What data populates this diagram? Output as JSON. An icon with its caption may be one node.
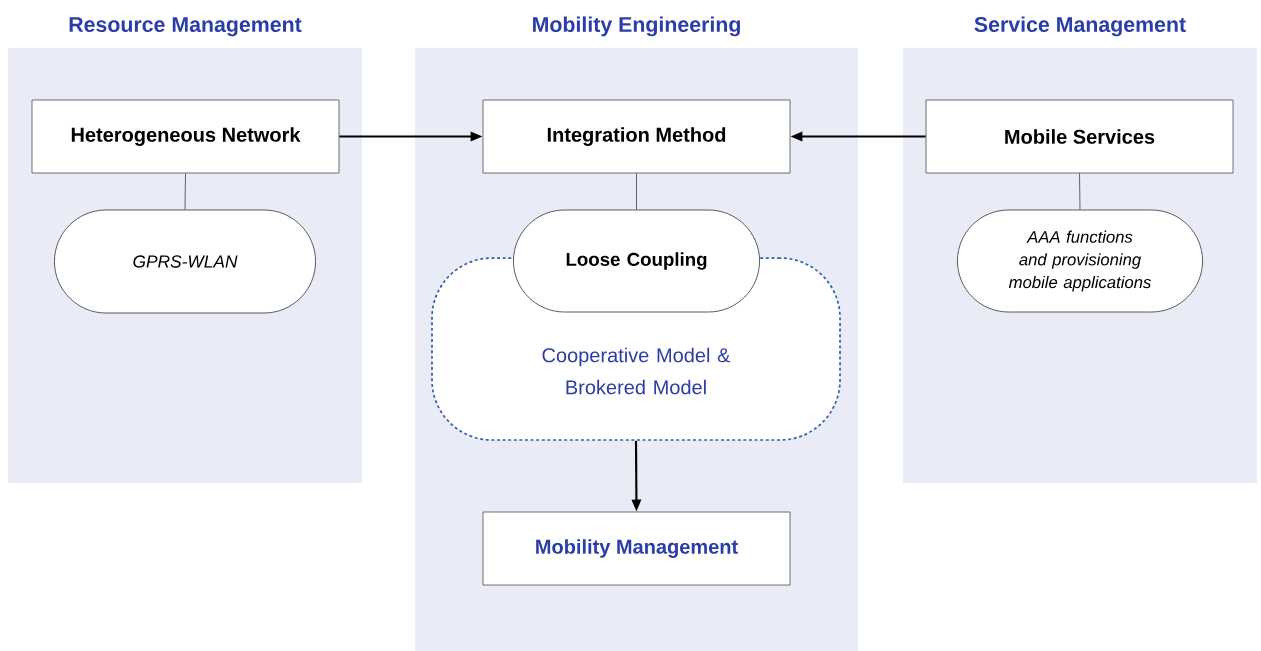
{
  "diagram": {
    "nodes": [
      {
        "text": [
          "Resource Management"
        ]
      },
      {
        "text": [
          "Heterogeneous Network"
        ],
        "in": 0
      },
      {
        "text": [
          "GPRS-WLAN"
        ],
        "in": 0
      },
      {
        "text": [
          "Mobility Engineering"
        ]
      },
      {
        "text": [
          "Integration Method"
        ],
        "in": 3
      },
      {
        "text": [
          "Loose Coupling"
        ],
        "in": 3
      },
      {
        "text": [
          "Cooperative Model & Brokered Model"
        ],
        "in": 3
      },
      {
        "text": [
          "Mobility Management"
        ],
        "in": 3
      },
      {
        "text": [
          "Service Management"
        ]
      },
      {
        "text": [
          "Mobile Services"
        ],
        "in": 8
      },
      {
        "text": [
          "AAA functions and provisioning mobile applications"
        ],
        "in": 8
      }
    ],
    "edges": [
      {
        "from": 1,
        "to": 4,
        "arrow": "to"
      },
      {
        "from": 9,
        "to": 4,
        "arrow": "to"
      },
      {
        "from": 1,
        "to": 2,
        "arrow": "none"
      },
      {
        "from": 4,
        "to": 5,
        "arrow": "none"
      },
      {
        "from": 9,
        "to": 10,
        "arrow": "none"
      },
      {
        "from": 6,
        "to": 7,
        "arrow": "to"
      }
    ]
  }
}
